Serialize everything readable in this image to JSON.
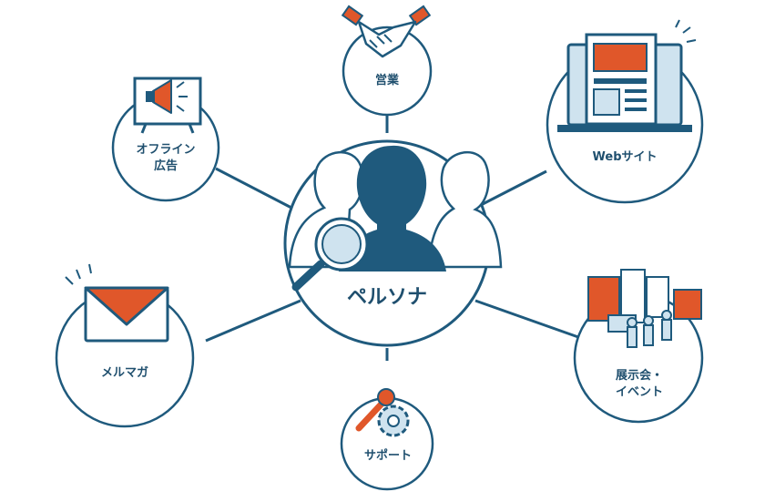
{
  "colors": {
    "navy": "#1f5a7d",
    "navy_text": "#1f4f6e",
    "orange": "#e0572a",
    "light_blue": "#cfe3ef",
    "white": "#ffffff"
  },
  "center": {
    "label": "ペルソナ",
    "icon": "persona-magnifier-icon"
  },
  "nodes": {
    "sales": {
      "label": "営業",
      "icon": "handshake-icon"
    },
    "website": {
      "label": "Webサイト",
      "icon": "website-monitor-icon"
    },
    "exhibition": {
      "label_line1": "展示会・",
      "label_line2": "イベント",
      "icon": "exhibition-booth-icon"
    },
    "support": {
      "label": "サポート",
      "icon": "wrench-gear-icon"
    },
    "mailmag": {
      "label": "メルマガ",
      "icon": "mail-envelope-icon"
    },
    "offline": {
      "label_line1": "オフライン",
      "label_line2": "広告",
      "icon": "megaphone-billboard-icon"
    }
  }
}
